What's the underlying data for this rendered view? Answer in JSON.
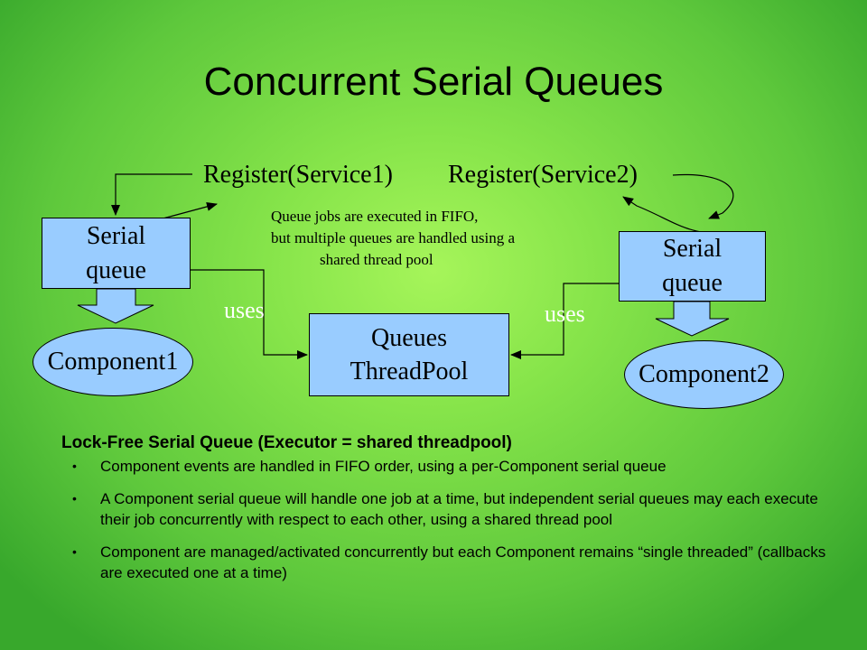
{
  "title": "Concurrent Serial Queues",
  "diagram": {
    "register_left": "Register(Service1)",
    "register_right": "Register(Service2)",
    "note_lines": [
      "Queue jobs are executed in FIFO,",
      "but multiple queues are handled using a",
      "shared thread pool"
    ],
    "serial_queue_left": [
      "Serial",
      "queue"
    ],
    "serial_queue_right": [
      "Serial",
      "queue"
    ],
    "thread_pool": [
      "Queues",
      "ThreadPool"
    ],
    "component_left": "Component1",
    "component_right": "Component2",
    "uses_left": "uses",
    "uses_right": "uses"
  },
  "section": {
    "heading": "Lock-Free Serial Queue (Executor = shared threadpool)",
    "bullets": [
      "Component events are handled in FIFO order, using a per-Component serial queue",
      "A Component serial queue will handle one job at a time, but independent serial queues may each execute their job concurrently with respect to each other, using a shared thread pool",
      "Component are managed/activated concurrently but each  Component remains “single threaded” (callbacks are executed one at a time)"
    ]
  }
}
